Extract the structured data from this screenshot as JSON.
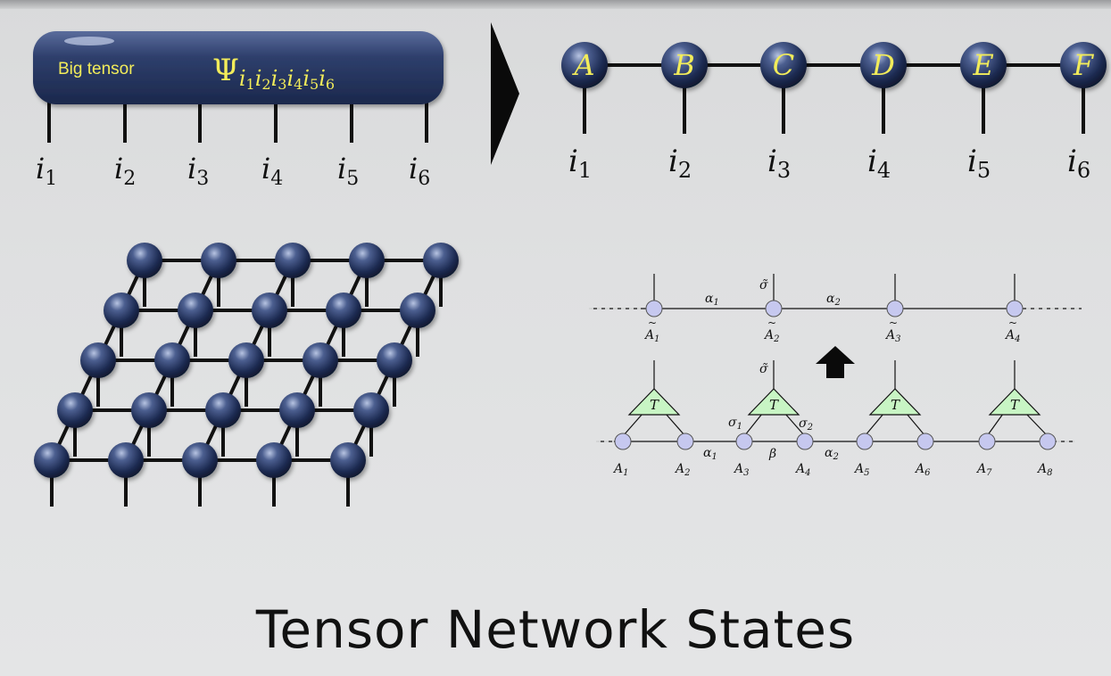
{
  "big_tensor": {
    "label": "Big tensor",
    "symbol": "Ψ",
    "symbol_indices": "i1i2i3i4i5i6",
    "legs": [
      "i1",
      "i2",
      "i3",
      "i4",
      "i5",
      "i6"
    ]
  },
  "mps": {
    "nodes": [
      "A",
      "B",
      "C",
      "D",
      "E",
      "F"
    ],
    "legs": [
      "i1",
      "i2",
      "i3",
      "i4",
      "i5",
      "i6"
    ]
  },
  "renormalization": {
    "top_labels": [
      "Ã1",
      "Ã2",
      "Ã3",
      "Ã4"
    ],
    "top_bonds": [
      "α1",
      "α2"
    ],
    "top_sigma": "σ̃",
    "mid_sigma": "σ̃",
    "tri_label": "T",
    "bottom_labels": [
      "A1",
      "A2",
      "A3",
      "A4",
      "A5",
      "A6",
      "A7",
      "A8"
    ],
    "bottom_bonds": [
      "α1",
      "β",
      "α2"
    ],
    "sigma_labels": [
      "σ1",
      "σ2"
    ]
  },
  "colors": {
    "node": "#2c3e6b",
    "node_highlight": "#8fa4cf",
    "label_yellow": "#f2ec5a",
    "circle_fill": "#c6c8ef",
    "triangle_fill": "#c8f5c4"
  },
  "title": "Tensor Network States"
}
